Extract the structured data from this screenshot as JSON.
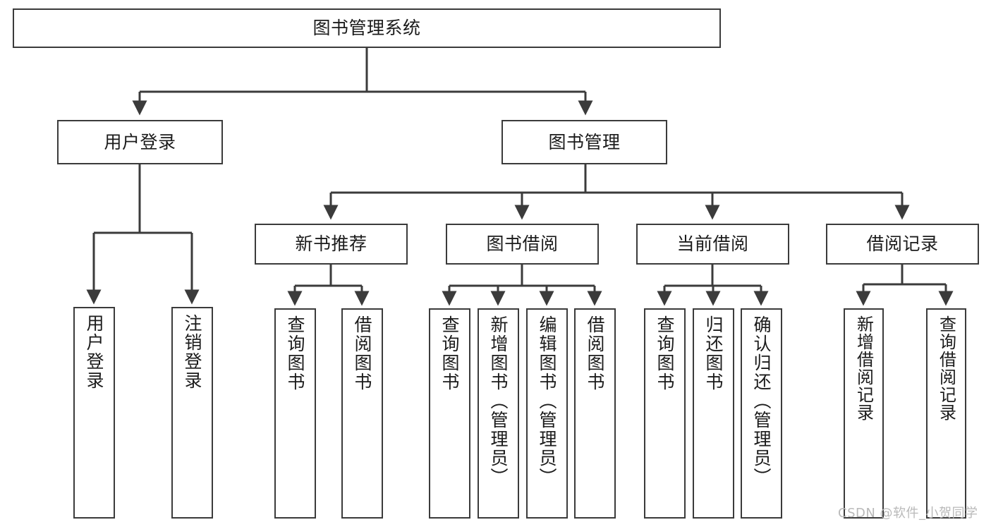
{
  "diagram": {
    "title": "图书管理系统",
    "type": "hierarchy-tree",
    "line_color": "#3b3b3b",
    "box_fill": "#ffffff",
    "text_color": "#1b1b1b",
    "root": {
      "id": "root",
      "label": "图书管理系统"
    },
    "level2": [
      {
        "id": "user-login",
        "label": "用户登录"
      },
      {
        "id": "book-management",
        "label": "图书管理"
      }
    ],
    "level3": [
      {
        "id": "new-book-recommend",
        "label": "新书推荐",
        "parent": "book-management"
      },
      {
        "id": "book-borrow",
        "label": "图书借阅",
        "parent": "book-management"
      },
      {
        "id": "current-borrow",
        "label": "当前借阅",
        "parent": "book-management"
      },
      {
        "id": "borrow-record",
        "label": "借阅记录",
        "parent": "book-management"
      }
    ],
    "leaves": {
      "user-login": [
        {
          "id": "leaf-user-login",
          "label": "用户登录"
        },
        {
          "id": "leaf-user-logout",
          "label": "注销登录"
        }
      ],
      "new-book-recommend": [
        {
          "id": "leaf-query-book-1",
          "label": "查询图书"
        },
        {
          "id": "leaf-borrow-book-1",
          "label": "借阅图书"
        }
      ],
      "book-borrow": [
        {
          "id": "leaf-query-book-2",
          "label": "查询图书"
        },
        {
          "id": "leaf-add-book",
          "label": "新增图书（管理员）"
        },
        {
          "id": "leaf-edit-book",
          "label": "编辑图书（管理员）"
        },
        {
          "id": "leaf-borrow-book-2",
          "label": "借阅图书"
        }
      ],
      "current-borrow": [
        {
          "id": "leaf-query-book-3",
          "label": "查询图书"
        },
        {
          "id": "leaf-return-book",
          "label": "归还图书"
        },
        {
          "id": "leaf-confirm-return",
          "label": "确认归还（管理员）"
        }
      ],
      "borrow-record": [
        {
          "id": "leaf-add-record",
          "label": "新增借阅记录"
        },
        {
          "id": "leaf-query-record",
          "label": "查询借阅记录"
        }
      ]
    }
  },
  "watermark": {
    "text": "CSDN @软件_小贺同学"
  }
}
